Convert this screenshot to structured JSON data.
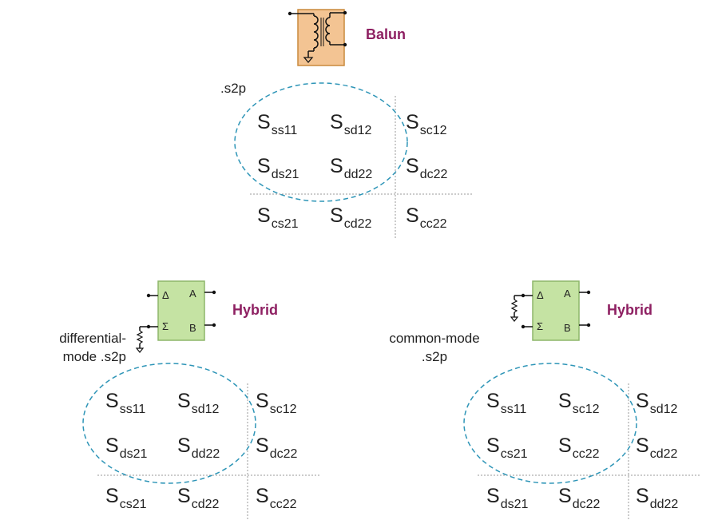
{
  "colors": {
    "accent_label": "#8e2062",
    "balun_fill": "#f3c493",
    "hybrid_fill": "#c5e3a3",
    "ellipse": "#2e95b7",
    "grid": "#9a9a9a"
  },
  "balun": {
    "name": "Balun",
    "file_label": ".s2p",
    "matrix": [
      [
        "ss11",
        "sd12",
        "sc12"
      ],
      [
        "ds21",
        "dd22",
        "dc22"
      ],
      [
        "cs21",
        "cd22",
        "cc22"
      ]
    ]
  },
  "hybrid_diff": {
    "name": "Hybrid",
    "label_line1": "differential-",
    "label_line2": "mode .s2p",
    "port_delta": "Δ",
    "port_sigma": "Σ",
    "port_a": "A",
    "port_b": "B",
    "matrix": [
      [
        "ss11",
        "sd12",
        "sc12"
      ],
      [
        "ds21",
        "dd22",
        "dc22"
      ],
      [
        "cs21",
        "cd22",
        "cc22"
      ]
    ]
  },
  "hybrid_common": {
    "name": "Hybrid",
    "label_line1": "common-mode",
    "label_line2": ".s2p",
    "port_delta": "Δ",
    "port_sigma": "Σ",
    "port_a": "A",
    "port_b": "B",
    "matrix": [
      [
        "ss11",
        "sc12",
        "sd12"
      ],
      [
        "cs21",
        "cc22",
        "cd22"
      ],
      [
        "ds21",
        "dc22",
        "dd22"
      ]
    ]
  },
  "s_letter": "S"
}
